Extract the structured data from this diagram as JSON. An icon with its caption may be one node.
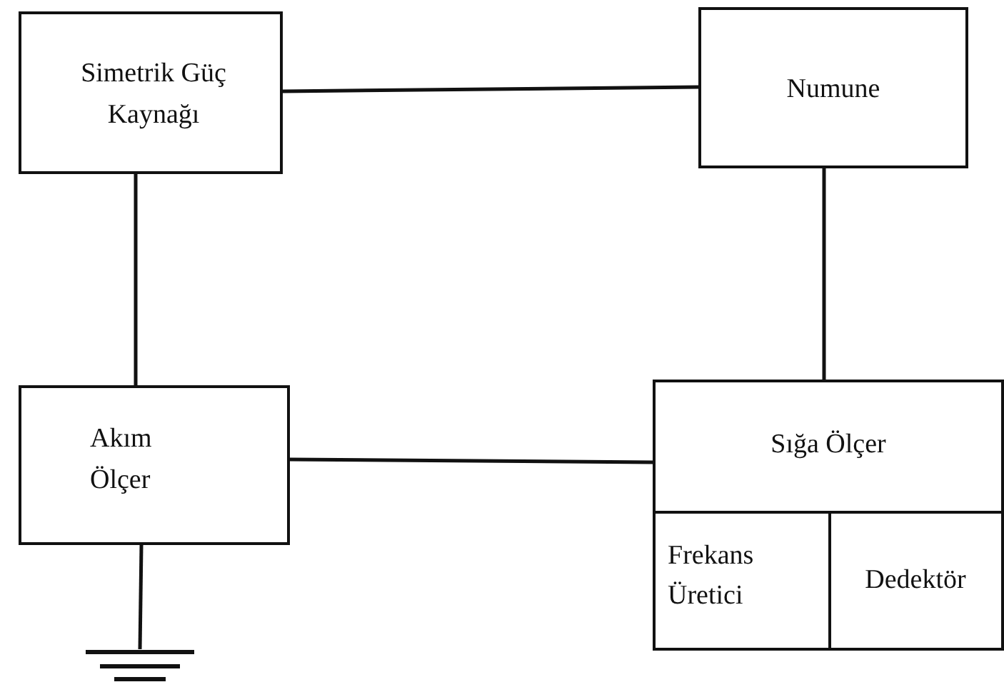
{
  "diagram": {
    "nodes": [
      {
        "text": [
          "Simetrik Güç Kaynağı"
        ]
      },
      {
        "text": [
          "Numune"
        ]
      },
      {
        "text": [
          "Akım Ölçer"
        ]
      },
      {
        "text": [
          "Sığa Ölçer"
        ]
      },
      {
        "text": [
          "Frekans Üretici"
        ],
        "in": 3
      },
      {
        "text": [
          "Dedektör"
        ],
        "in": 3
      },
      {
        "text": [],
        "shape": "ground"
      }
    ],
    "edges": [
      {
        "from": 0,
        "to": 1,
        "arrow": "none"
      },
      {
        "from": 0,
        "to": 2,
        "arrow": "none"
      },
      {
        "from": 1,
        "to": 3,
        "arrow": "none"
      },
      {
        "from": 2,
        "to": 3,
        "arrow": "none"
      },
      {
        "from": 2,
        "to": 6,
        "arrow": "none"
      }
    ]
  }
}
